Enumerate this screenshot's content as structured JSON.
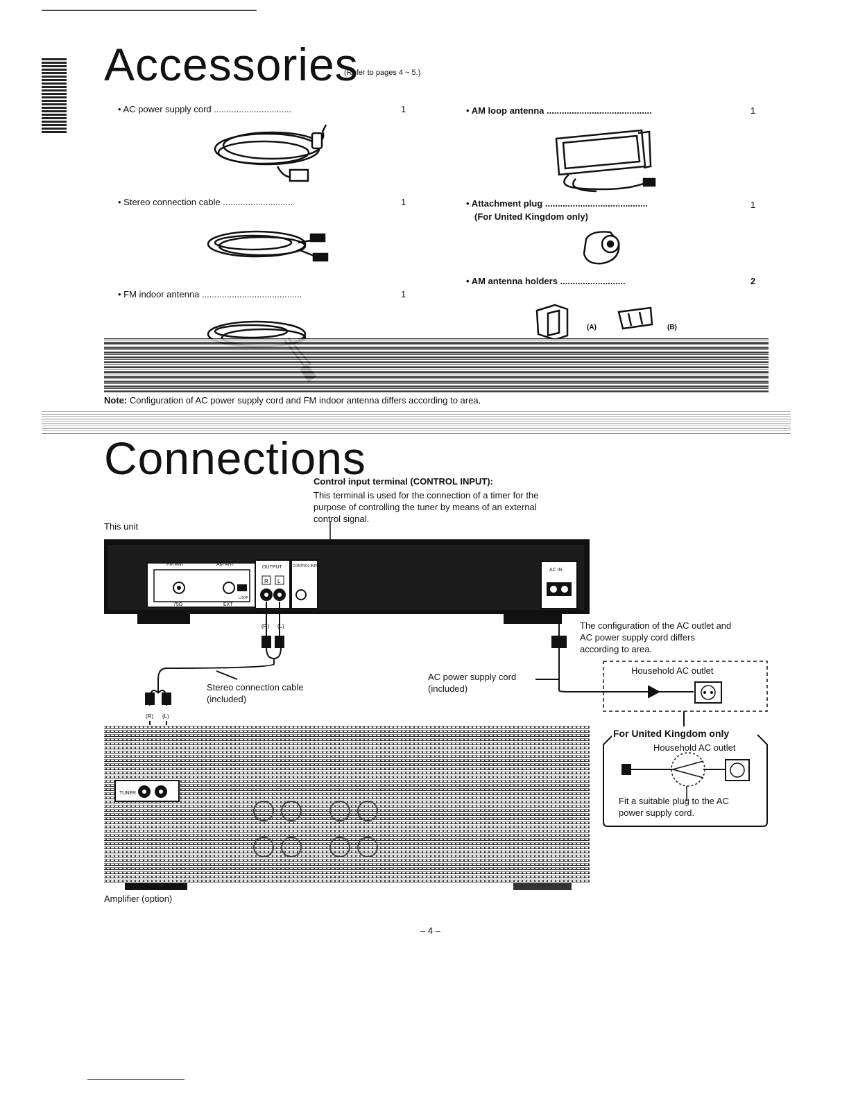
{
  "accessories": {
    "title": "Accessories",
    "ref": "(Refer to pages 4 ~ 5.)",
    "items": [
      {
        "label": "AC power supply cord",
        "qty": "1"
      },
      {
        "label": "AM loop antenna",
        "qty": "1"
      },
      {
        "label": "Stereo connection cable",
        "qty": "1"
      },
      {
        "label": "Attachment plug",
        "qty": "1",
        "sub": "(For United Kingdom only)"
      },
      {
        "label": "FM indoor antenna",
        "qty": "1"
      },
      {
        "label": "AM antenna holders",
        "qty": "2",
        "marks": [
          "(A)",
          "(B)"
        ]
      }
    ],
    "note_label": "Note:",
    "note_text": "Configuration of AC power supply cord and FM indoor antenna differs according to area."
  },
  "connections": {
    "title": "Connections",
    "control_title": "Control input terminal (CONTROL INPUT):",
    "control_desc": [
      "This terminal is used for the connection of a timer for the",
      "purpose of controlling the tuner by means of an external",
      "control signal."
    ],
    "this_unit": "This unit",
    "panel": {
      "fm_ant": "FM ANT",
      "am_ant": "AM ANT",
      "output": "OUTPUT",
      "control": "CONTROL INPUT",
      "ac_in": "AC IN",
      "ohm": "75Ω",
      "ext": "EXT",
      "loop": "LOOP",
      "r": "R",
      "l": "L"
    },
    "ac_config_note": [
      "The configuration of the AC outlet and",
      "AC power supply cord differs",
      "according to area."
    ],
    "household_outlet": "Household AC outlet",
    "stereo_cable": [
      "Stereo connection cable",
      "(included)"
    ],
    "ac_cord": [
      "AC power supply cord",
      "(included)"
    ],
    "uk_title": "For United Kingdom only",
    "uk_outlet": "Household AC outlet",
    "uk_fit": [
      "Fit a suitable plug to the AC",
      "power supply cord."
    ],
    "amp_tuner": "TUNER",
    "amplifier": "Amplifier (option)",
    "plug_r": "(R)",
    "plug_l": "(L)"
  },
  "page_number": "– 4 –"
}
